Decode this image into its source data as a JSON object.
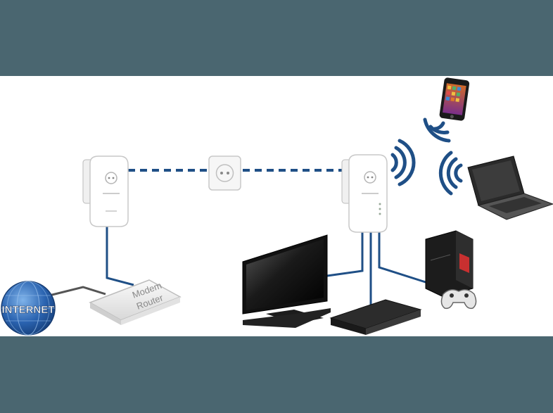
{
  "internet_label": "INTERNET",
  "router_label_line1": "Modem",
  "router_label_line2": "Router",
  "colors": {
    "band": "#4a6670",
    "panel": "#ffffff",
    "cable": "#1f4f86",
    "powerline": "#1f4f86",
    "wifi": "#1f4f86",
    "globe": "#2a63b0"
  },
  "icons": [
    "globe-icon",
    "modem-router-icon",
    "powerline-adapter-icon",
    "wall-socket-icon",
    "wifi-powerline-adapter-icon",
    "tv-icon",
    "set-top-box-icon",
    "game-console-icon",
    "gamepad-icon",
    "smartphone-icon",
    "laptop-icon",
    "wifi-signal-icon"
  ]
}
